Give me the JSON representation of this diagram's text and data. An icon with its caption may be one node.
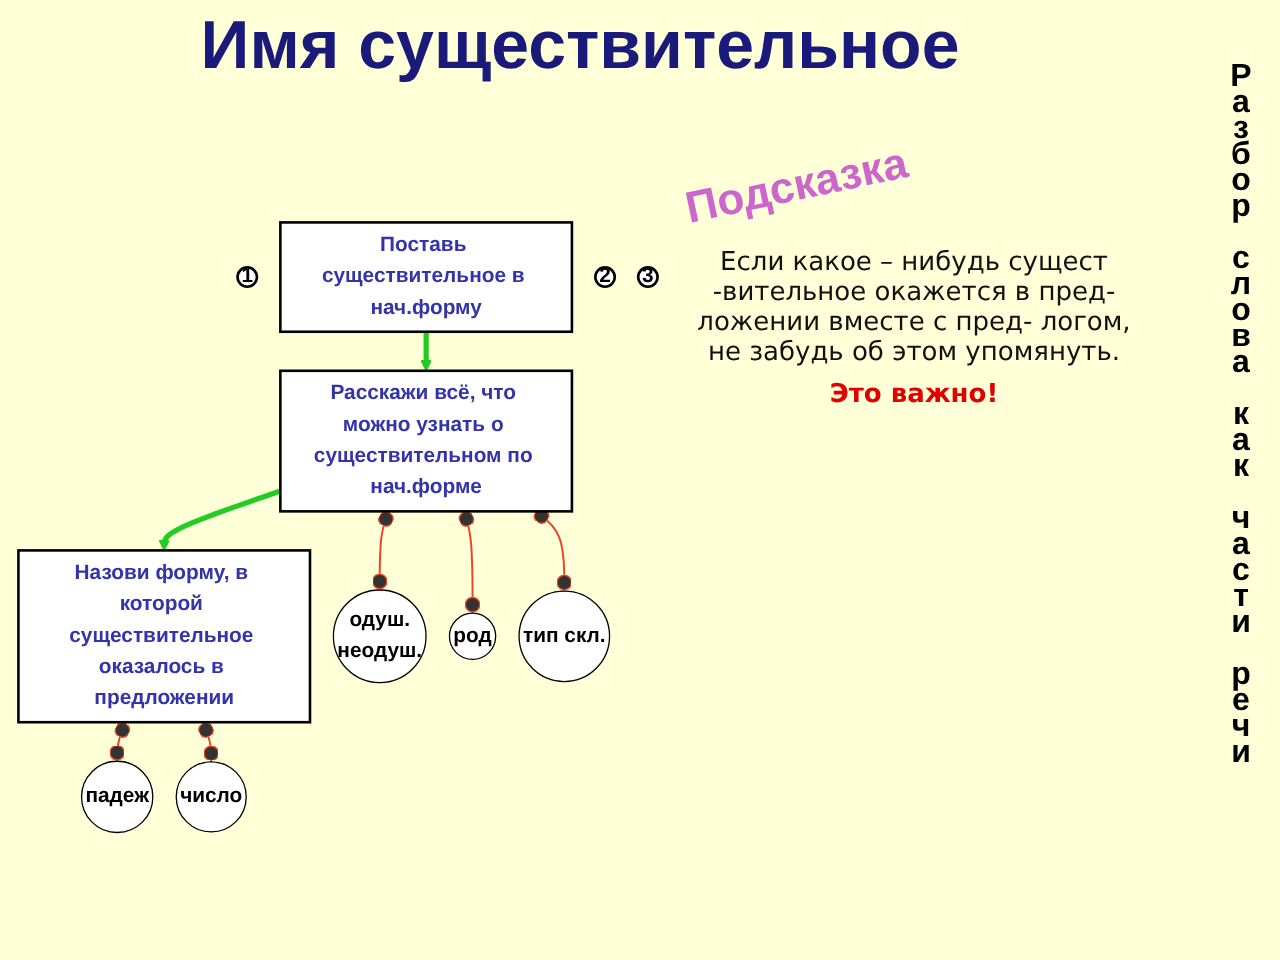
{
  "diagram": {
    "title": "Имя существительное",
    "nodes": [
      {
        "text": [
          "1"
        ]
      },
      {
        "text": [
          "Поставь существительное в нач.форму"
        ]
      },
      {
        "text": [
          "2"
        ]
      },
      {
        "text": [
          "Расскажи всё, что можно узнать о существительном по нач.форме"
        ]
      },
      {
        "text": [
          "3"
        ]
      },
      {
        "text": [
          "Назови форму, в которой существительное оказалось в предложении"
        ]
      },
      {
        "text": [
          "одуш.",
          "неодуш."
        ]
      },
      {
        "text": [
          "род"
        ]
      },
      {
        "text": [
          "тип скл."
        ]
      },
      {
        "text": [
          "падеж"
        ]
      },
      {
        "text": [
          "число"
        ]
      }
    ],
    "edges": [
      {
        "from": 1,
        "to": 3,
        "arrow": "to",
        "style": "thick",
        "color": "#22cc22"
      },
      {
        "from": 3,
        "to": 5,
        "arrow": "to",
        "style": "thick",
        "color": "#22cc22"
      },
      {
        "from": 3,
        "to": 6,
        "arrow": "other"
      },
      {
        "from": 3,
        "to": 7,
        "arrow": "other"
      },
      {
        "from": 3,
        "to": 8,
        "arrow": "other"
      },
      {
        "from": 5,
        "to": 9,
        "arrow": "other"
      },
      {
        "from": 5,
        "to": 10,
        "arrow": "other"
      }
    ],
    "labels": [
      "Подсказка",
      "Если какое – нибудь сущест -вительное окажется в пред- ложении вместе с пред- логом, не забудь об этом упомянуть.",
      "Это важно!",
      "Разбор слова как части речи"
    ]
  }
}
